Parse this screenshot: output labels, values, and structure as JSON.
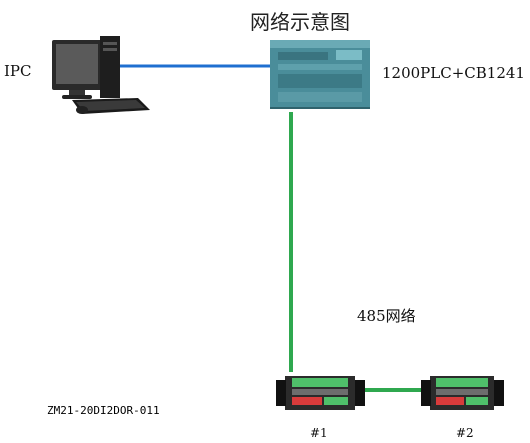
{
  "title": "网络示意图",
  "ipc_label": "IPC",
  "plc_label": "1200PLC+CB1241",
  "network_label": "485网络",
  "module_model": "ZM21-20DI2DOR-011",
  "node1_label": "#1",
  "node2_label": "#2",
  "colors": {
    "ethernet_line": "#1f6fd0",
    "rs485_line": "#2fa84f",
    "plc_body": "#4a8d9a",
    "module_terminal_green": "#4fc06a",
    "module_terminal_red": "#d93b3b"
  },
  "icons": [
    "computer-icon",
    "plc-icon",
    "io-module-icon"
  ]
}
